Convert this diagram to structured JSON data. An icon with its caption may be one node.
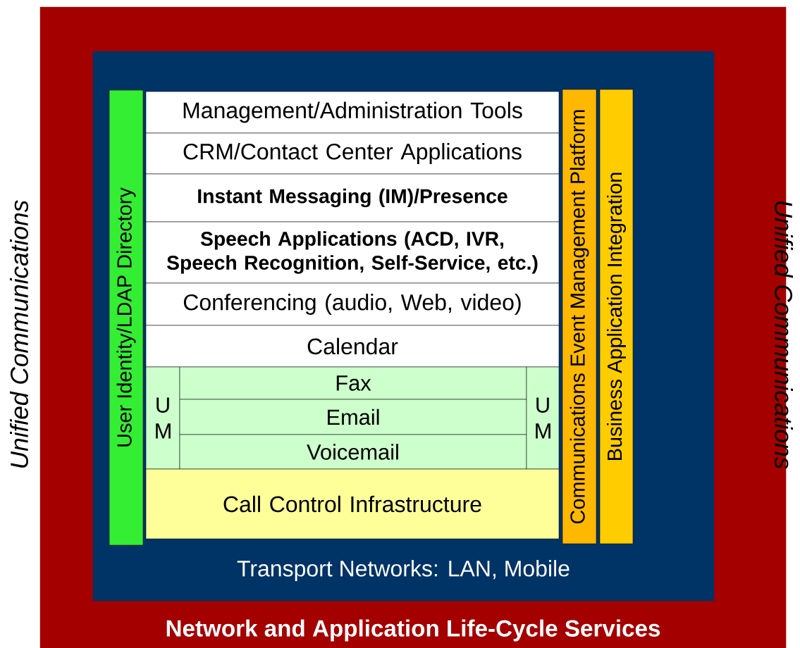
{
  "diagram": {
    "nodes": [
      {
        "text": [
          "Network and Application Life-Cycle Services"
        ]
      },
      {
        "text": [
          "Transport Networks: LAN, Mobile"
        ],
        "in": 0
      },
      {
        "text": [
          "User Identity/LDAP Directory"
        ],
        "in": 1
      },
      {
        "text": [
          "Management/Administration Tools"
        ],
        "in": 1
      },
      {
        "text": [
          "CRM/Contact Center Applications"
        ],
        "in": 1
      },
      {
        "text": [
          "Instant Messaging (IM)/Presence"
        ],
        "in": 1
      },
      {
        "text": [
          "Speech Applications (ACD, IVR, Speech Recognition, Self-Service, etc.)"
        ],
        "in": 1
      },
      {
        "text": [
          "Conferencing (audio, Web, video)"
        ],
        "in": 1
      },
      {
        "text": [
          "Calendar"
        ],
        "in": 1
      },
      {
        "text": [
          "U M"
        ],
        "in": 1
      },
      {
        "text": [
          "Fax"
        ],
        "in": 1
      },
      {
        "text": [
          "Email"
        ],
        "in": 1
      },
      {
        "text": [
          "Voicemail"
        ],
        "in": 1
      },
      {
        "text": [
          "U M"
        ],
        "in": 1
      },
      {
        "text": [
          "Call Control Infrastructure"
        ],
        "in": 1
      },
      {
        "text": [
          "Communications Event Management Platform"
        ],
        "in": 1
      },
      {
        "text": [
          "Business Application Integration"
        ],
        "in": 1
      }
    ],
    "labels": [
      "Unified Communications",
      "Unified Communications"
    ]
  }
}
